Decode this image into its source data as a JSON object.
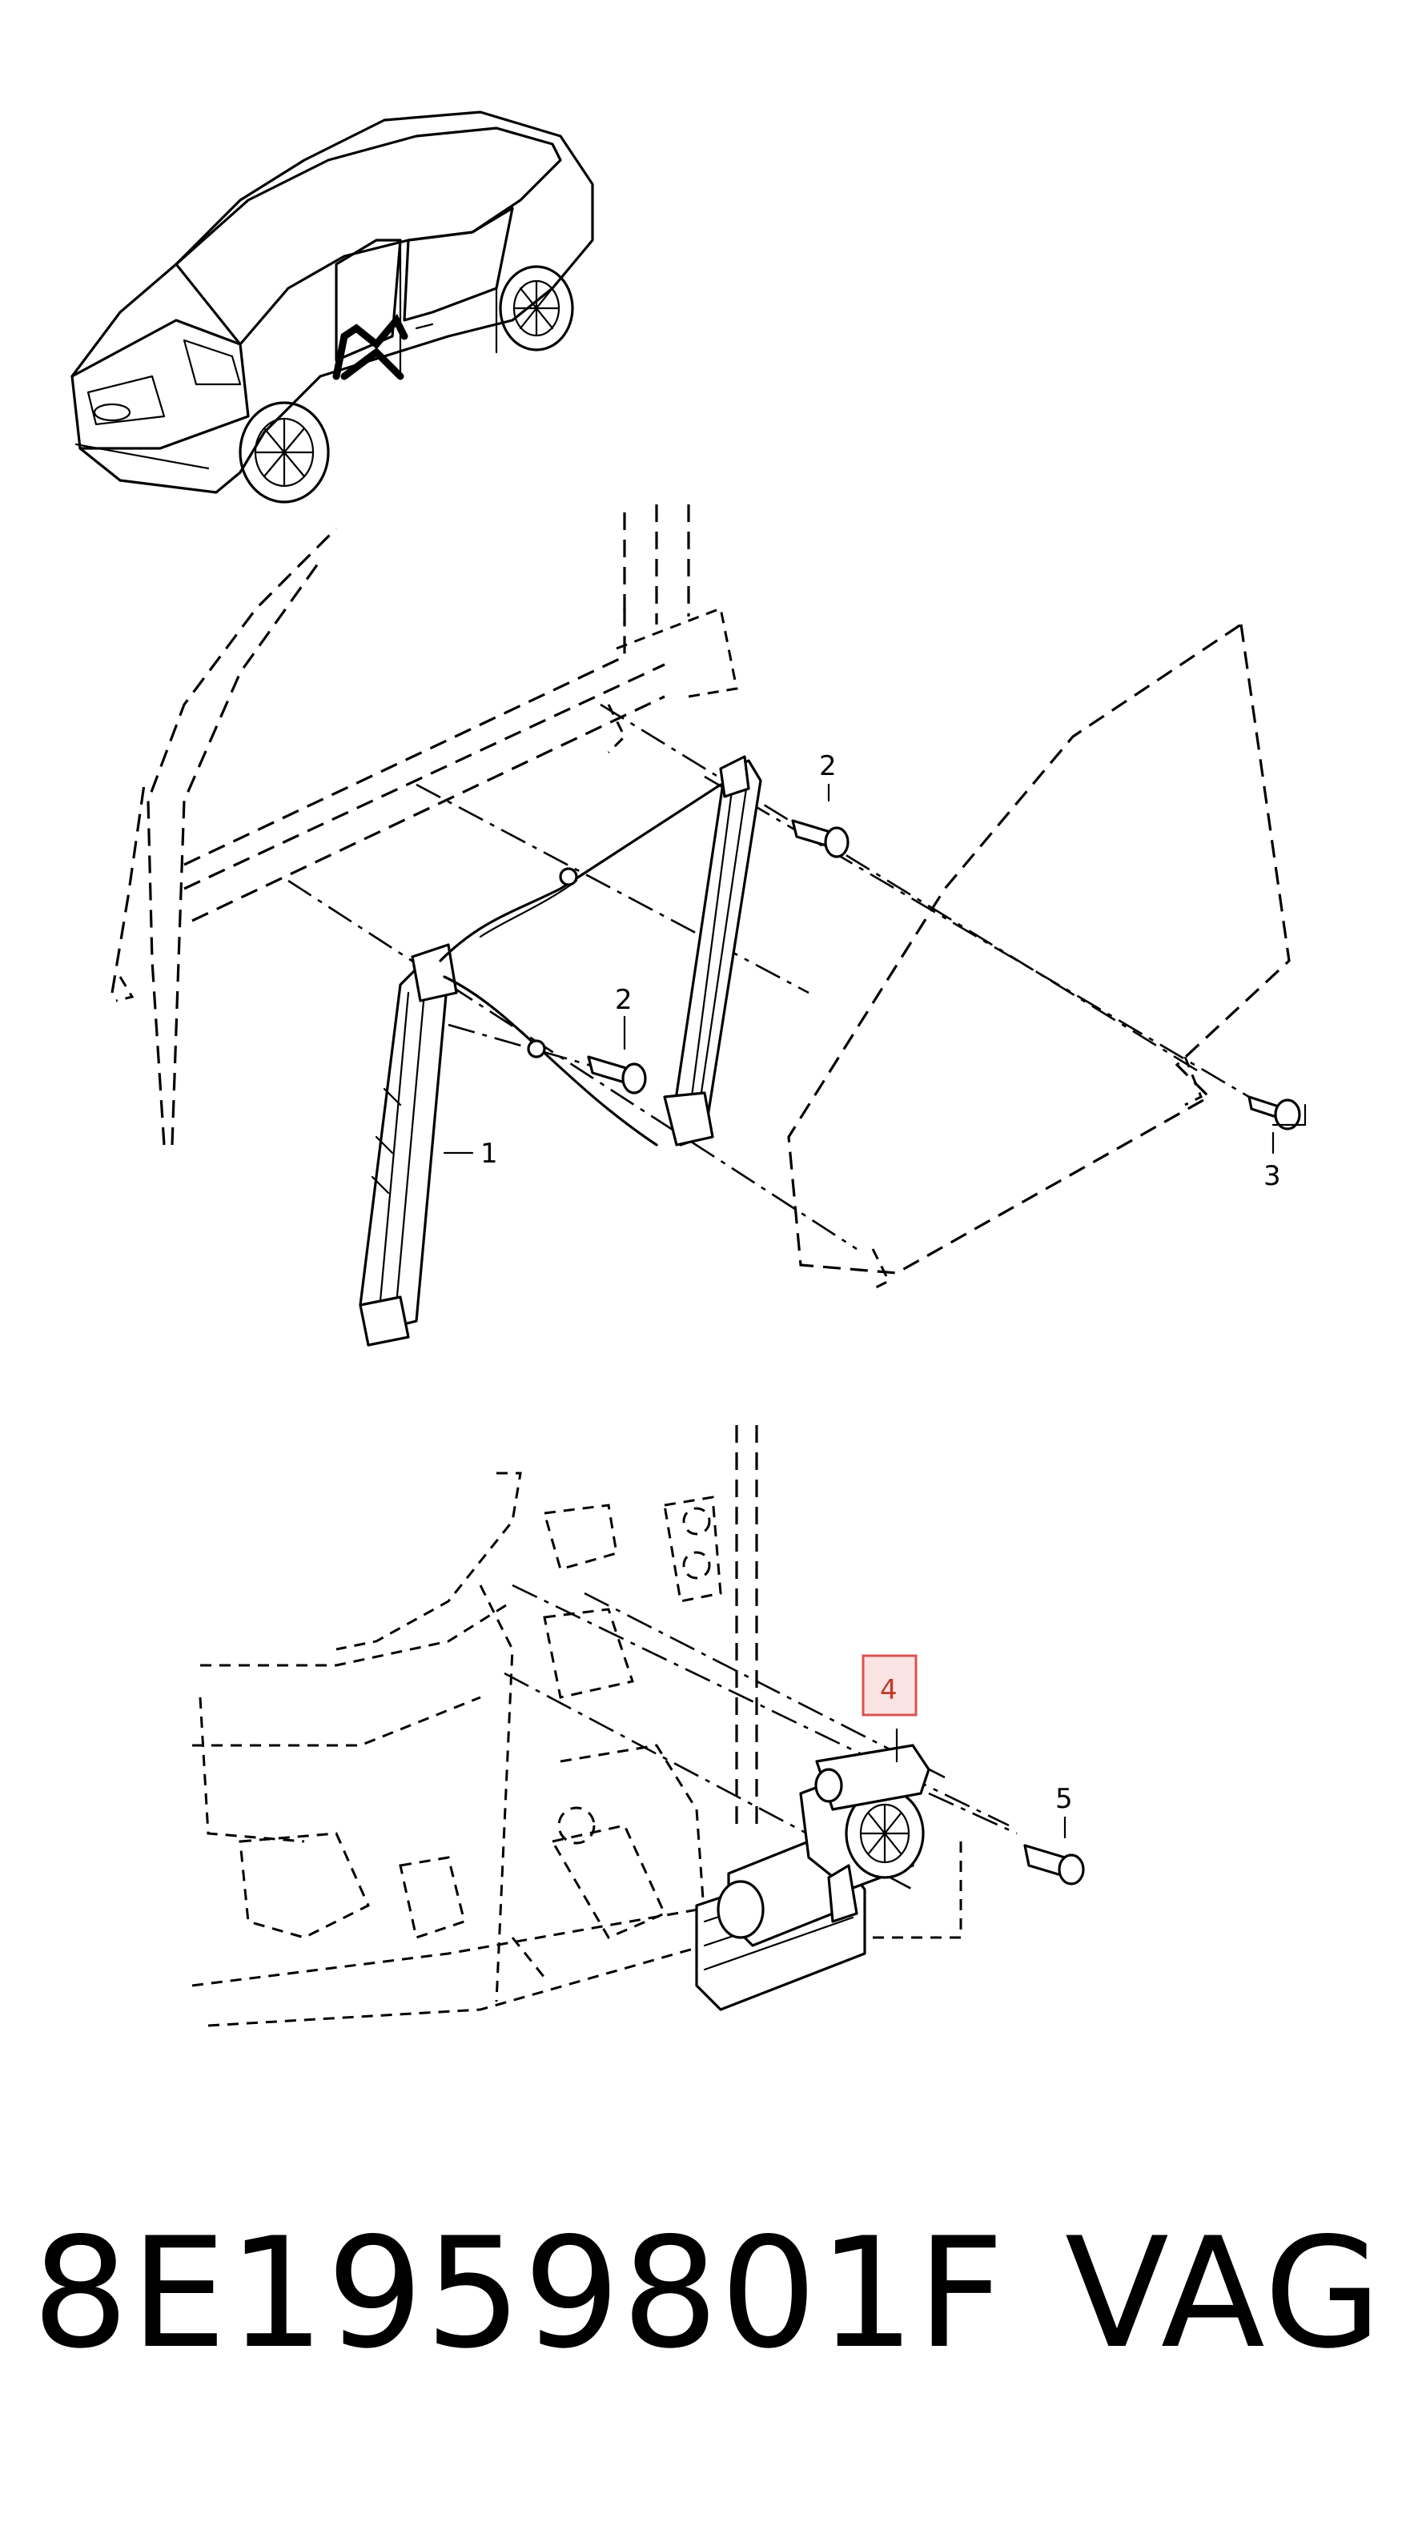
{
  "callouts": {
    "c1": "1",
    "c2a": "2",
    "c2b": "2",
    "c3": "3",
    "c4": "4",
    "c5": "5"
  },
  "highlighted_callout": "4",
  "highlight_color": "#d9534f",
  "footer": {
    "part_number": "8E1959801F",
    "brand": "VAG"
  }
}
